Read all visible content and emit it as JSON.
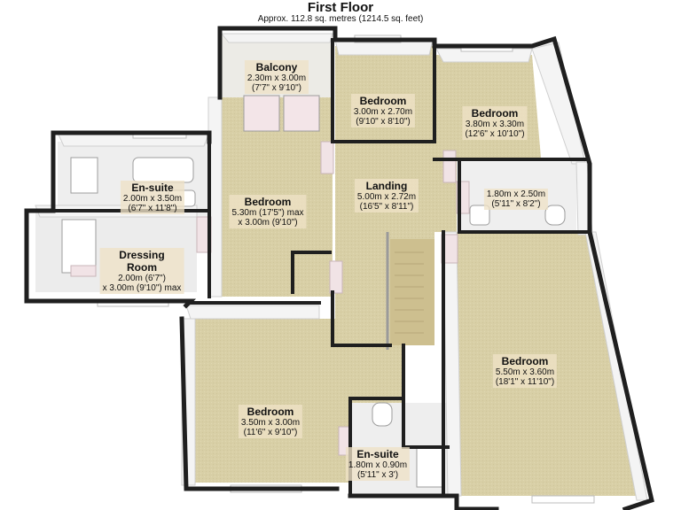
{
  "title": "First Floor",
  "subtitle": "Approx. 112.8 sq. metres (1214.5 sq. feet)",
  "rooms": {
    "balcony": {
      "name": "Balcony",
      "dims": [
        "2.30m x 3.00m",
        "(7'7\" x 9'10\")"
      ]
    },
    "bedroom_top": {
      "name": "Bedroom",
      "dims": [
        "3.00m x 2.70m",
        "(9'10\" x 8'10\")"
      ]
    },
    "bedroom_top_right": {
      "name": "Bedroom",
      "dims": [
        "3.80m x 3.30m",
        "(12'6\" x 10'10\")"
      ]
    },
    "ensuite_left": {
      "name": "En-suite",
      "dims": [
        "2.00m x 3.50m",
        "(6'7\" x 11'8\")"
      ]
    },
    "bedroom_main": {
      "name": "Bedroom",
      "dims": [
        "5.30m (17'5\") max",
        "x 3.00m (9'10\")"
      ]
    },
    "landing": {
      "name": "Landing",
      "dims": [
        "5.00m x 2.72m",
        "(16'5\" x 8'11\")"
      ]
    },
    "bathroom": {
      "name": "",
      "dims": [
        "1.80m x 2.50m",
        "(5'11\" x 8'2\")"
      ]
    },
    "dressing_room": {
      "name": "Dressing Room",
      "dims": [
        "2.00m (6'7\")",
        "x 3.00m (9'10\") max"
      ]
    },
    "bedroom_right": {
      "name": "Bedroom",
      "dims": [
        "5.50m x 3.60m",
        "(18'1\" x 11'10\")"
      ]
    },
    "bedroom_bottom_left": {
      "name": "Bedroom",
      "dims": [
        "3.50m x 3.00m",
        "(11'6\" x 9'10\")"
      ]
    },
    "ensuite_bottom": {
      "name": "En-suite",
      "dims": [
        "1.80m x 0.90m",
        "(5'11\" x 3')"
      ]
    }
  },
  "colors": {
    "carpet": "#d8cfa6",
    "floor_light": "#e9e6dc",
    "wall_top": "#1f1f1f",
    "wall_face": "#f2f2f2",
    "fixture": "#ffffff",
    "door": "#f1e3e6",
    "label_bg": "#eee2c6"
  }
}
